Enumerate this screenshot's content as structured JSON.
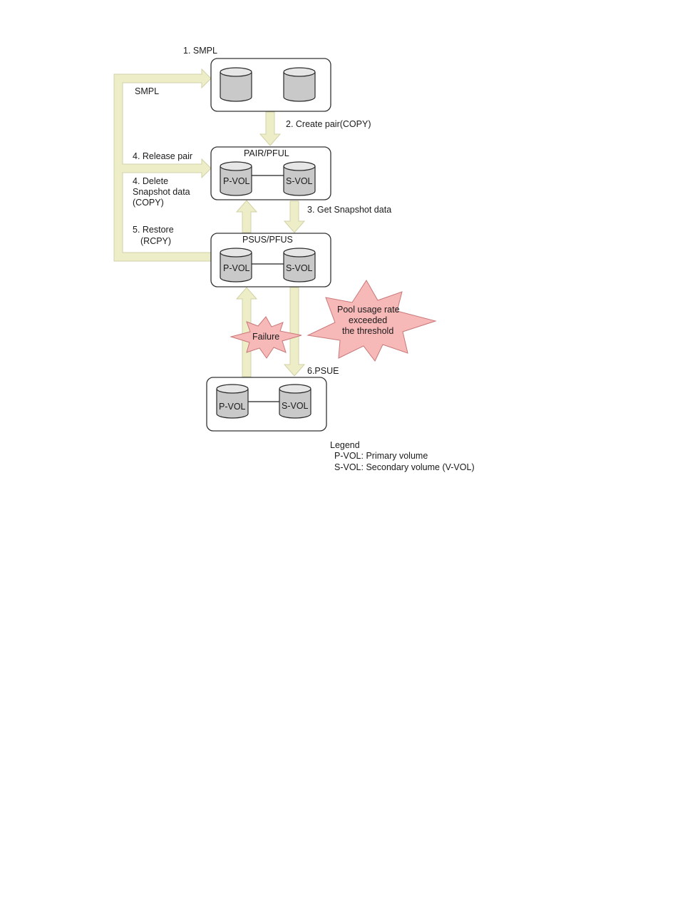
{
  "states": {
    "smpl": "1. SMPL",
    "pair": "PAIR/PFUL",
    "psus": "PSUS/PFUS",
    "psue": "6.PSUE"
  },
  "volumes": {
    "pvol": "P-VOL",
    "svol": "S-VOL"
  },
  "transitions": {
    "create_pair": "2. Create pair(COPY)",
    "get_snapshot": "3. Get Snapshot data",
    "smpl_label": "SMPL",
    "release_pair": "4. Release pair",
    "delete_line1": "4. Delete",
    "delete_line2": "Snapshot data",
    "delete_line3": "(COPY)",
    "restore_line1": "5. Restore",
    "restore_line2": "(RCPY)"
  },
  "events": {
    "failure": "Failure",
    "pool_line1": "Pool usage rate",
    "pool_line2": "exceeded",
    "pool_line3": "the threshold"
  },
  "legend": {
    "title": "Legend",
    "pvol": "P-VOL: Primary volume",
    "svol": "S-VOL: Secondary volume (V-VOL)"
  },
  "colors": {
    "arrow_fill": "#ededc8",
    "burst_fill": "#f7b8b8",
    "volume_fill": "#c9c9c9"
  }
}
